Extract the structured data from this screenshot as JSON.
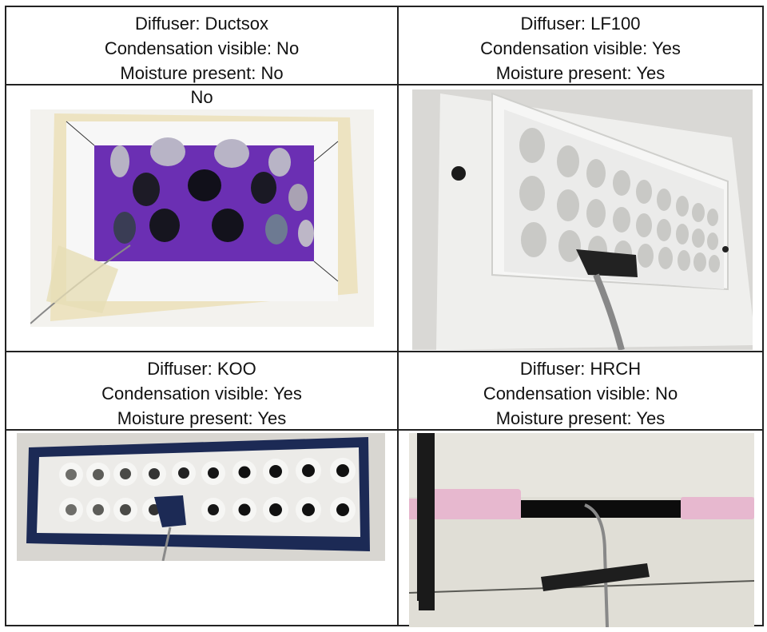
{
  "table": {
    "cells": [
      {
        "diffuser": "Diffuser: Ductsox",
        "condensation": "Condensation visible: No",
        "moisture": "Moisture present: No",
        "photo_label": "No",
        "photo": "ductsox-diffuser-photo"
      },
      {
        "diffuser": "Diffuser: LF100",
        "condensation": "Condensation visible: Yes",
        "moisture": "Moisture present: Yes",
        "photo": "lf100-diffuser-photo"
      },
      {
        "diffuser": "Diffuser: KOO",
        "condensation": "Condensation visible: Yes",
        "moisture": "Moisture present: Yes",
        "photo": "koo-diffuser-photo"
      },
      {
        "diffuser": "Diffuser: HRCH",
        "condensation": "Condensation visible: No",
        "moisture": "Moisture present: Yes",
        "photo": "hrch-diffuser-photo"
      }
    ]
  },
  "colors": {
    "border": "#222222",
    "ductsox_purple": "#6a2fb0",
    "tape": "#e8dcae",
    "koo_navy": "#1c2a55",
    "hrch_foam": "#e7b8cf"
  }
}
